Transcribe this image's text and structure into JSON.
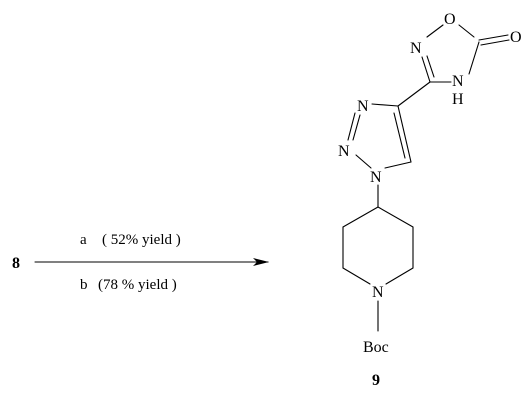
{
  "scheme": {
    "reactant_label": "8",
    "step_a": "a",
    "step_a_yield": "( 52% yield )",
    "step_b": "b",
    "step_b_yield": "(78 % yield )",
    "product_label": "9"
  },
  "atoms": {
    "oxadiazole_o": "O",
    "oxadiazole_n": "N",
    "carbonyl_o": "O",
    "nh_n": "N",
    "nh_h": "H",
    "triazole_n3": "N",
    "triazole_n2": "N",
    "triazole_n1": "N",
    "piperidine_n": "N",
    "protecting_group": "Boc"
  },
  "colors": {
    "ink": "#000000",
    "background": "#ffffff"
  }
}
